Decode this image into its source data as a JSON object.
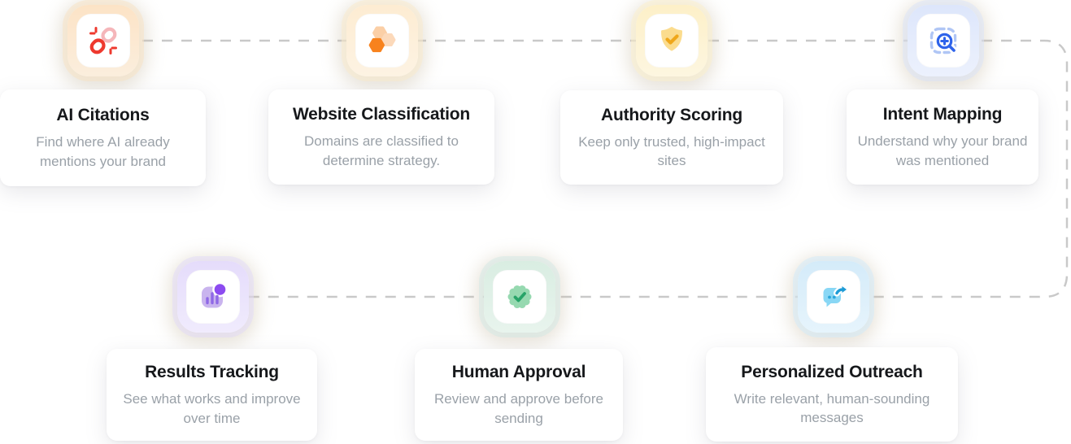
{
  "diagram": {
    "connector": {
      "color": "#c9c9c9",
      "pattern": "dashed"
    },
    "steps": [
      {
        "title": "AI Citations",
        "description": "Find where AI already mentions your brand",
        "icon": "broken-link-icon",
        "accent": "#ee392e",
        "accent_secondary": "#f5b6ba",
        "tile_color": "#fce3c6"
      },
      {
        "title": "Website Classification",
        "description": "Domains are classified to determine strategy.",
        "icon": "hexagons-icon",
        "accent": "#f8821d",
        "accent_secondary": "#fbcfa6",
        "tile_color": "#fdecd2"
      },
      {
        "title": "Authority Scoring",
        "description": "Keep only trusted, high-impact sites",
        "icon": "shield-check-icon",
        "accent": "#efa71a",
        "accent_secondary": "#fbdc8e",
        "tile_color": "#fdf0c8"
      },
      {
        "title": "Intent Mapping",
        "description": "Understand why your brand was mentioned",
        "icon": "scan-search-icon",
        "accent": "#2e63ea",
        "accent_secondary": "#b0c6f5",
        "tile_color": "#dde6fb"
      },
      {
        "title": "Results Tracking",
        "description": "See what works and improve over time",
        "icon": "bar-chart-icon",
        "accent": "#8c4bf0",
        "accent_secondary": "#c9b4ee",
        "tile_color": "#e5dcfb"
      },
      {
        "title": "Human Approval",
        "description": "Review and approve before sending",
        "icon": "badge-check-icon",
        "accent": "#27a468",
        "accent_secondary": "#96d9b0",
        "tile_color": "#d9ede2"
      },
      {
        "title": "Personalized Outreach",
        "description": "Write relevant, human-sounding messages",
        "icon": "chat-send-icon",
        "accent": "#1d9bd6",
        "accent_secondary": "#89d7f5",
        "tile_color": "#d4ebf9"
      }
    ]
  }
}
